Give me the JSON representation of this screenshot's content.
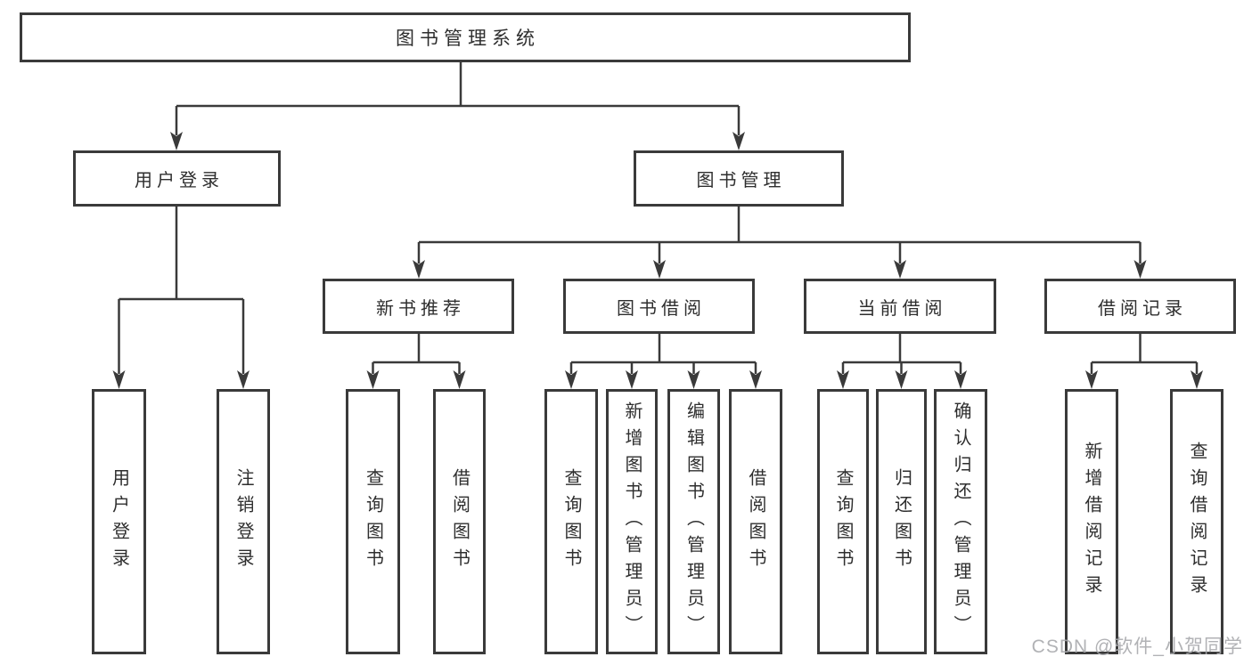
{
  "tree": {
    "root": {
      "label": "图书管理系统"
    },
    "login_branch": {
      "label": "用户登录",
      "children": [
        {
          "label": "用户登录"
        },
        {
          "label": "注销登录"
        }
      ]
    },
    "mgmt_branch": {
      "label": "图书管理",
      "groups": [
        {
          "label": "新书推荐",
          "children": [
            {
              "label": "查询图书"
            },
            {
              "label": "借阅图书"
            }
          ]
        },
        {
          "label": "图书借阅",
          "children": [
            {
              "label": "查询图书"
            },
            {
              "label": "新增图书（管理员）"
            },
            {
              "label": "编辑图书（管理员）"
            },
            {
              "label": "借阅图书"
            }
          ]
        },
        {
          "label": "当前借阅",
          "children": [
            {
              "label": "查询图书"
            },
            {
              "label": "归还图书"
            },
            {
              "label": "确认归还（管理员）"
            }
          ]
        },
        {
          "label": "借阅记录",
          "children": [
            {
              "label": "新增借阅记录"
            },
            {
              "label": "查询借阅记录"
            }
          ]
        }
      ]
    }
  },
  "watermark": {
    "text": "CSDN @软件_小贺同学"
  },
  "colors": {
    "line": "#3a3a3a",
    "box_border": "#3a3a3a",
    "text": "#2e2e2e",
    "background": "#ffffff",
    "watermark": "#a8aaad"
  }
}
